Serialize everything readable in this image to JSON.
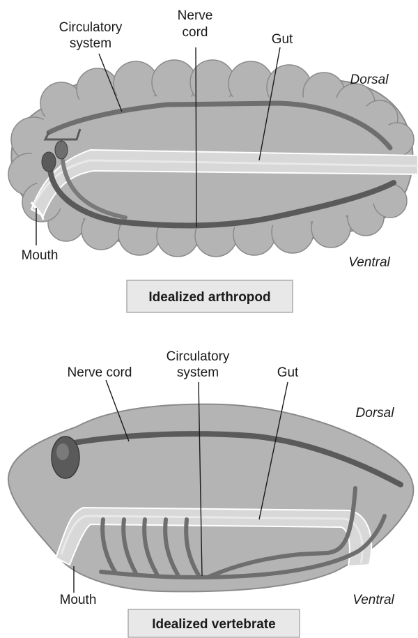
{
  "arthropod": {
    "labels": {
      "circulatory": [
        "Circulatory",
        "system"
      ],
      "nerve": [
        "Nerve",
        "cord"
      ],
      "gut": "Gut",
      "dorsal": "Dorsal",
      "ventral": "Ventral",
      "mouth": "Mouth"
    },
    "caption": "Idealized arthropod"
  },
  "vertebrate": {
    "labels": {
      "nerve": "Nerve cord",
      "circulatory": [
        "Circulatory",
        "system"
      ],
      "gut": "Gut",
      "dorsal": "Dorsal",
      "ventral": "Ventral",
      "mouth": "Mouth"
    },
    "caption": "Idealized vertebrate"
  },
  "colors": {
    "body_fill": "#b4b4b4",
    "body_outline": "#8a8a8a",
    "gut_tube": "#d8d8d8",
    "cord_dark": "#5a5a5a",
    "cord_mid": "#7a7a7a",
    "caption_bg": "#e8e8e8"
  }
}
